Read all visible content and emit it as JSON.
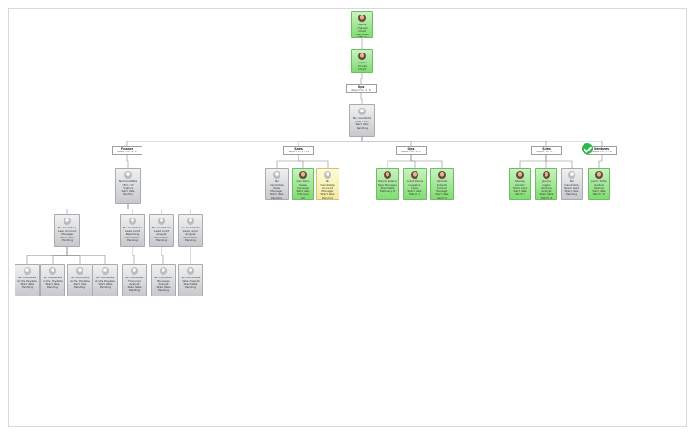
{
  "chart": {
    "accent_colors": {
      "green": "#7fdc6f",
      "gray": "#c7c9cc",
      "yellow": "#f4eb9c",
      "orange": "#f07d2d",
      "line": "#888888"
    },
    "nodes": [
      {
        "id": "ceo",
        "name": "Maria Chavez",
        "title": "Chief Executive Officer",
        "status": "green",
        "photo": true
      },
      {
        "id": "exec",
        "name": "Sophie Brooks",
        "title": "Chief Manager",
        "status": "green",
        "photo": true
      },
      {
        "id": "ops",
        "name": "Ops",
        "title": "Report to: 4 / 8",
        "status": "dept"
      },
      {
        "id": "vacant_top",
        "name": "No Candidate\nCOO / EVP",
        "title": "Start date\nPending",
        "status": "gray",
        "photo": false
      },
      {
        "id": "d1",
        "name": "Finance",
        "title": "Report to: 9 / 9",
        "status": "dept"
      },
      {
        "id": "d2",
        "name": "Sales",
        "title": "Report to: 9 / 20",
        "status": "dept"
      },
      {
        "id": "d3",
        "name": "Ops",
        "title": "Report to: 4 / 9",
        "status": "dept"
      },
      {
        "id": "d4",
        "name": "Sales",
        "title": "Report to: 3 / 7",
        "status": "dept"
      },
      {
        "id": "d5",
        "name": "Ventures",
        "title": "Report to: 3 / 6",
        "status": "dept"
      },
      {
        "id": "f1",
        "name": "No Candidate\nCFO / VP\nFinance",
        "title": "Start date\nPending",
        "status": "gray",
        "photo": false
      },
      {
        "id": "f2",
        "name": "No Candidate\nLead Account\nManager",
        "title": "Start date\nPending",
        "status": "gray",
        "photo": false
      },
      {
        "id": "f3",
        "name": "No Candidate\nLead Audit\nReporting",
        "title": "Start date\nPending",
        "status": "gray",
        "photo": false
      },
      {
        "id": "f4",
        "name": "No Candidate\nLead Audit\nAnalyst",
        "title": "Start date\nPending",
        "status": "gray",
        "photo": false
      },
      {
        "id": "f5",
        "name": "No Candidate\nLead Junior\nAnalyst",
        "title": "Start date\nPending",
        "status": "gray",
        "photo": false
      },
      {
        "id": "f6",
        "name": "No Candidate\nAccts. Payable",
        "title": "Start date\nPending",
        "status": "gray",
        "photo": false
      },
      {
        "id": "f7",
        "name": "No Candidate\nAccts. Payable",
        "title": "Start date\nPending",
        "status": "gray",
        "photo": false
      },
      {
        "id": "f8",
        "name": "No Candidate\nAccts. Payable",
        "title": "Start date\nPending",
        "status": "gray",
        "photo": false
      },
      {
        "id": "f9",
        "name": "No Candidate\nAccts. Payable",
        "title": "Start date\nPending",
        "status": "gray",
        "photo": false
      },
      {
        "id": "f10",
        "name": "No Candidate\nFinancial Analyst",
        "title": "Start date\nPending",
        "status": "gray",
        "photo": false
      },
      {
        "id": "f11",
        "name": "No Candidate\nBusiness Analyst",
        "title": "Start date\nPending",
        "status": "gray",
        "photo": false
      },
      {
        "id": "f12",
        "name": "No Candidate\nData Analyst",
        "title": "Start date\nPending",
        "status": "gray",
        "photo": false
      },
      {
        "id": "s1",
        "name": "No Candidate\nSales Manager",
        "title": "Start date\nPending",
        "status": "gray",
        "photo": false
      },
      {
        "id": "s2",
        "name": "Ivan Reno\nSales Manager",
        "title": "Start date\nFebruary 22",
        "status": "green",
        "photo": true
      },
      {
        "id": "s3",
        "name": "No Candidate\nAccount Manager",
        "title": "Start date\nPending",
        "status": "yellow",
        "photo": false
      },
      {
        "id": "o1",
        "name": "David Nelson\nOps Manager",
        "title": "Start date\nFebruary 8",
        "status": "green",
        "photo": true
      },
      {
        "id": "o2",
        "name": "Grant Pierce\nLogistics Lead",
        "title": "Start date\nMarch 1",
        "status": "green",
        "photo": true
      },
      {
        "id": "o3",
        "name": "Pamela Roberts\nProduct Manager",
        "title": "Start date\nApril 3",
        "status": "green",
        "photo": true
      },
      {
        "id": "v1",
        "name": "Stacey Gordon\nTeam Lead",
        "title": "Start date\nMarch 9",
        "status": "green",
        "photo": true
      },
      {
        "id": "v2",
        "name": "Jessica Logan\nVenture Analyst",
        "title": "Start date\nMarch 9",
        "status": "green",
        "photo": true
      },
      {
        "id": "v3",
        "name": "No Candidate\nTeam Lead",
        "title": "Start date\nPending",
        "status": "gray",
        "photo": false
      },
      {
        "id": "v4",
        "name": "Jason Tuttle\nVenture Partner",
        "title": "Start date\nMarch 12",
        "status": "green",
        "photo": true
      }
    ]
  }
}
